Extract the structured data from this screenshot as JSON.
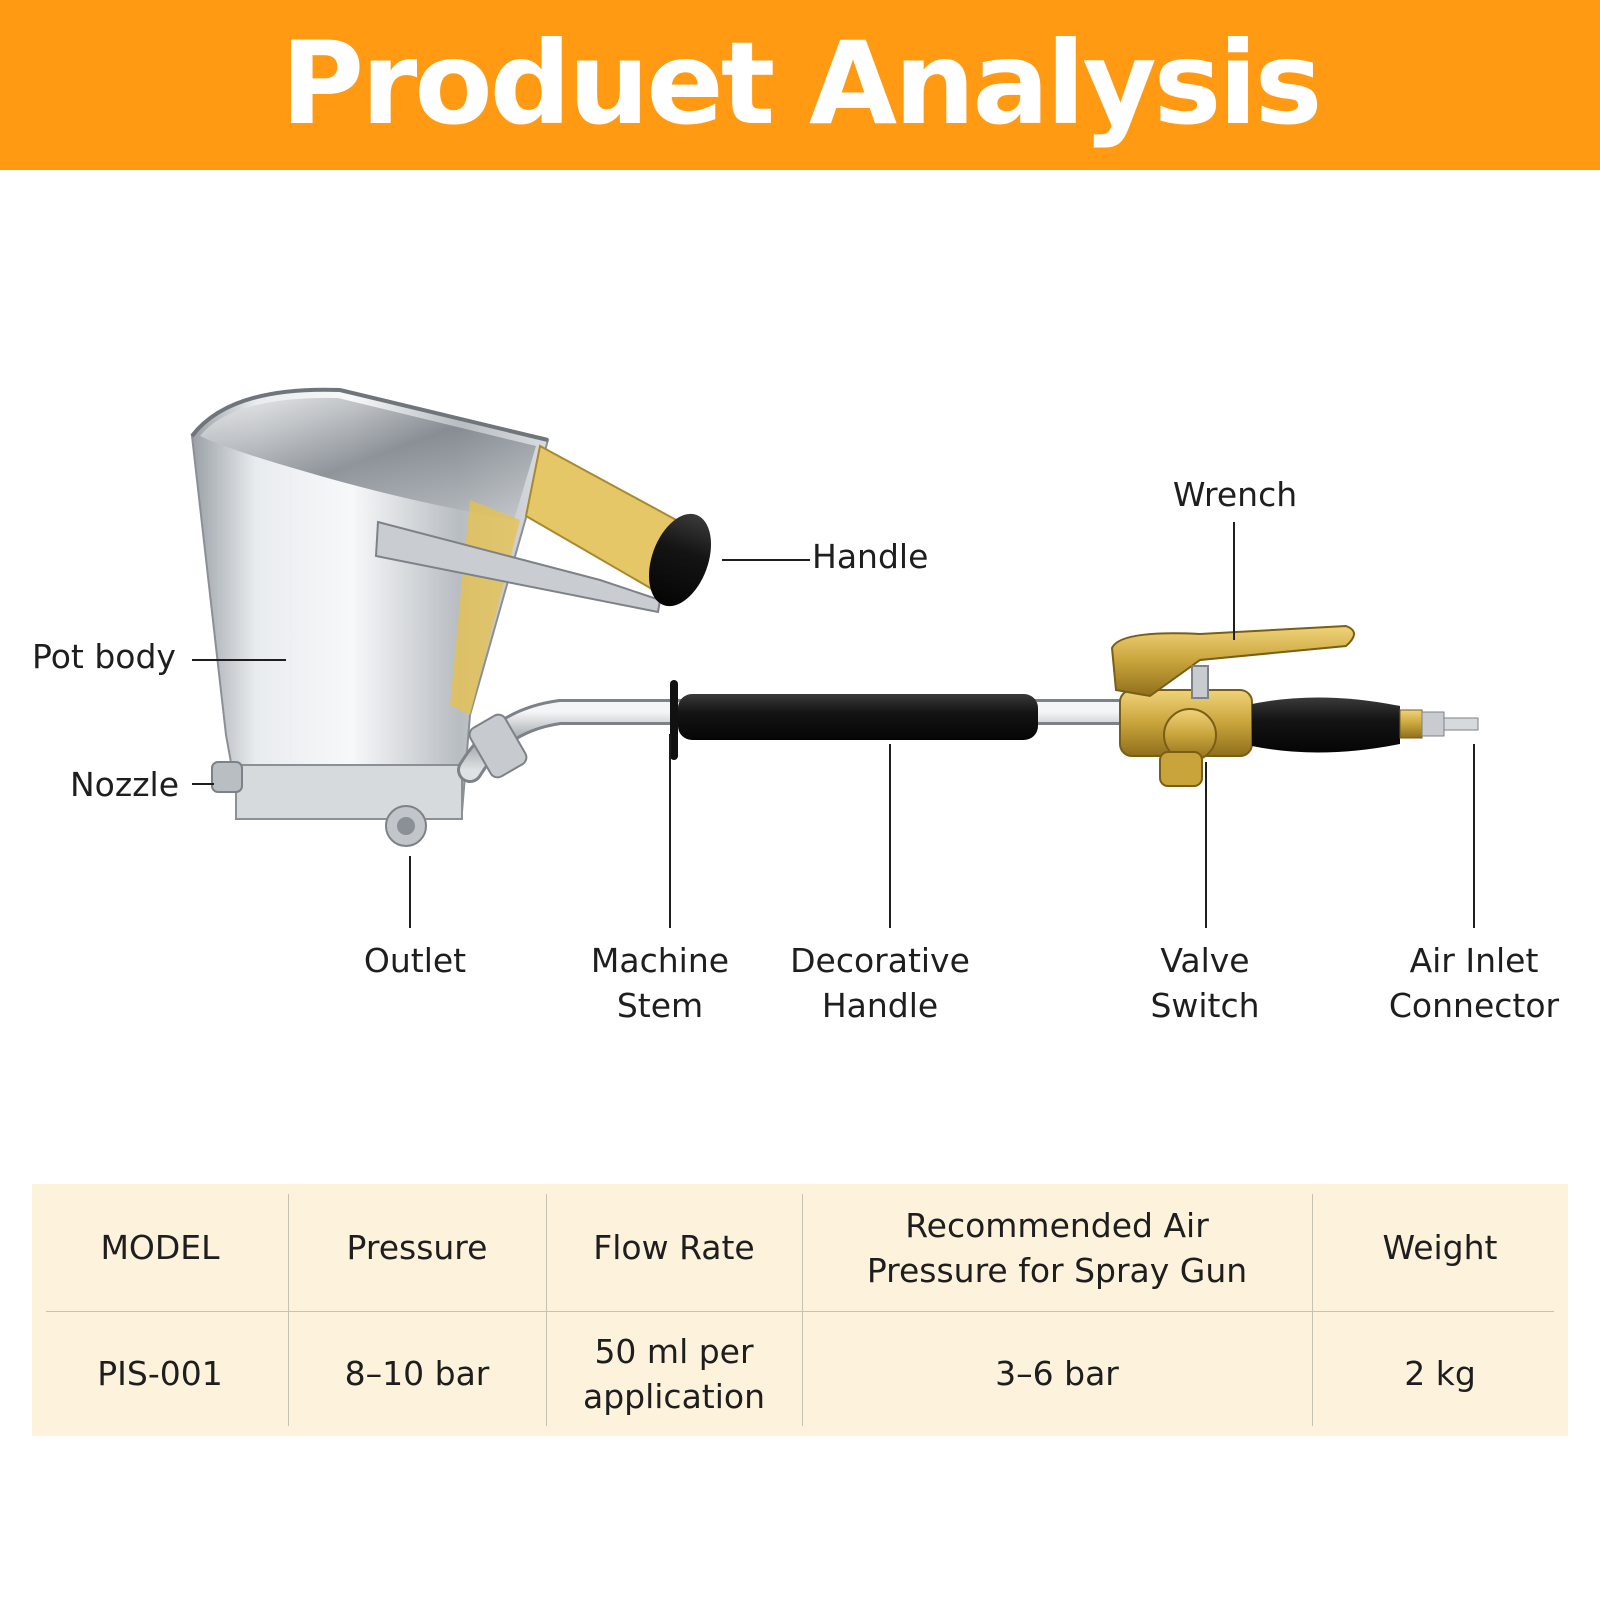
{
  "header": {
    "title": "Produet Analysis"
  },
  "colors": {
    "banner": "#ff9a12",
    "table_bg": "#fdf3dc",
    "text": "#1e1e1e",
    "brass": "#c9a43b",
    "steel": "#c8ccd0",
    "grip": "#141414"
  },
  "callouts": {
    "pot_body": "Pot body",
    "nozzle": "Nozzle",
    "handle": "Handle",
    "wrench": "Wrench",
    "outlet": "Outlet",
    "machine_stem": [
      "Machine",
      "Stem"
    ],
    "decorative_handle": [
      "Decorative",
      "Handle"
    ],
    "valve_switch": [
      "Valve",
      "Switch"
    ],
    "air_inlet_connector": [
      "Air Inlet",
      "Connector"
    ]
  },
  "spec_table": {
    "headers": [
      "MODEL",
      "Pressure",
      "Flow Rate",
      [
        "Recommended Air",
        "Pressure for Spray Gun"
      ],
      "Weight"
    ],
    "row": [
      "PIS-001",
      "8–10 bar",
      [
        "50 ml per",
        "application"
      ],
      "3–6 bar",
      "2 kg"
    ]
  }
}
